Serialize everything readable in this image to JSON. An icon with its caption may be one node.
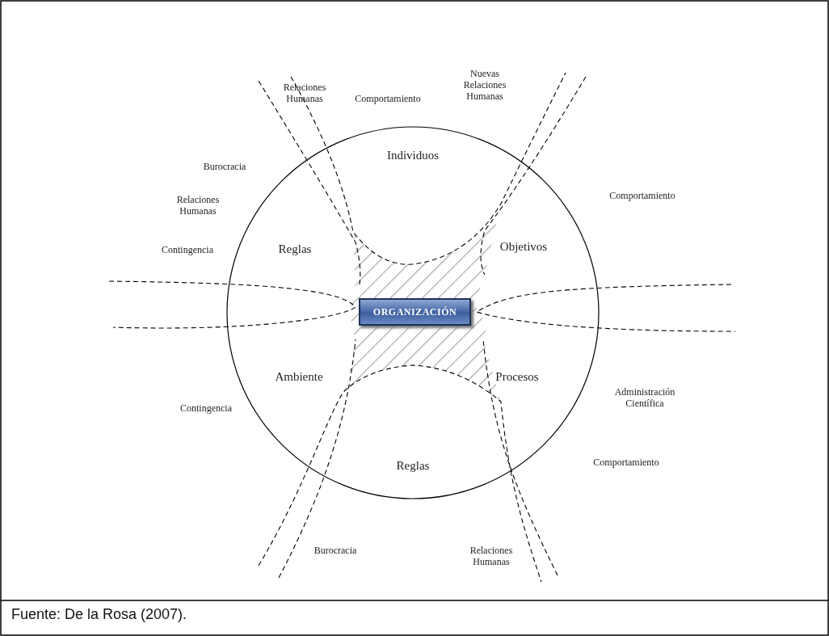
{
  "diagram": {
    "caption": "Fuente: De la Rosa (2007).",
    "nodes": [
      {
        "text": [
          "ORGANIZACIÓN"
        ]
      }
    ],
    "edges": [],
    "labels": [
      "Relaciones Humanas",
      "Comportamiento",
      "Nuevas Relaciones Humanas",
      "Burocracia",
      "Individuos",
      "Comportamiento",
      "Relaciones Humanas",
      "Contingencia",
      "Reglas",
      "Objetivos",
      "Ambiente",
      "Procesos",
      "Contingencia",
      "Administración Científica",
      "Reglas",
      "Comportamiento",
      "Burocracia",
      "Relaciones Humanas"
    ]
  }
}
